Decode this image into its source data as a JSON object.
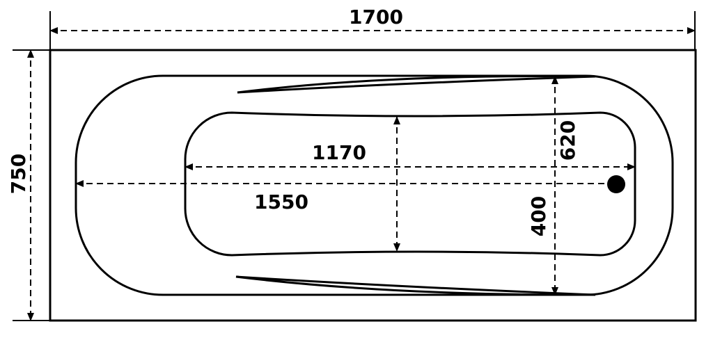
{
  "dimensions": {
    "overall_length": "1700",
    "overall_width": "750",
    "inner_length_long": "1550",
    "inner_length_short": "1170",
    "inner_width_top": "620",
    "inner_width_bottom": "400"
  },
  "colors": {
    "line": "#000000",
    "background": "#ffffff"
  }
}
